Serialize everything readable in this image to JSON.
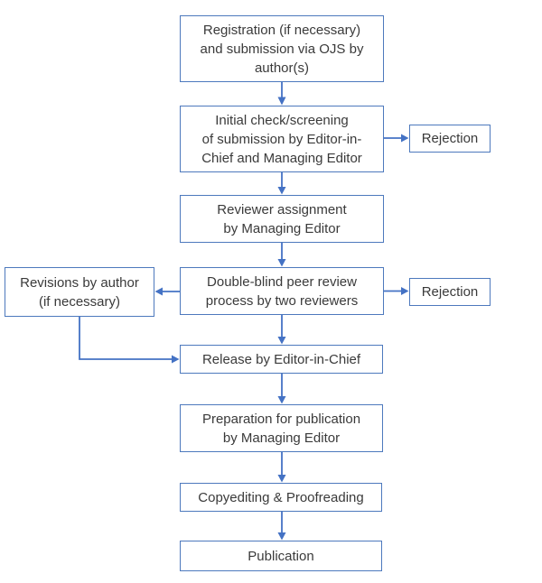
{
  "diagram": {
    "type": "flowchart",
    "colors": {
      "background": "#ffffff",
      "box_border": "#4d79bd",
      "arrow": "#4472c4",
      "text": "#3a3a3a"
    },
    "nodes": [
      {
        "id": "registration",
        "label": "Registration (if necessary)\nand submission via OJS by\nauthor(s)"
      },
      {
        "id": "initial-check",
        "label": "Initial check/screening\nof submission by Editor-in-\nChief and Managing Editor"
      },
      {
        "id": "rejection-1",
        "label": "Rejection"
      },
      {
        "id": "reviewer-assignment",
        "label": "Reviewer assignment\nby Managing Editor"
      },
      {
        "id": "peer-review",
        "label": "Double-blind peer review\nprocess by two reviewers"
      },
      {
        "id": "rejection-2",
        "label": "Rejection"
      },
      {
        "id": "revisions",
        "label": "Revisions by author\n(if necessary)"
      },
      {
        "id": "release",
        "label": "Release by Editor-in-Chief"
      },
      {
        "id": "preparation",
        "label": "Preparation for publication\nby Managing Editor"
      },
      {
        "id": "copyediting",
        "label": "Copyediting & Proofreading"
      },
      {
        "id": "publication",
        "label": "Publication"
      }
    ],
    "edges": [
      {
        "from": "registration",
        "to": "initial-check"
      },
      {
        "from": "initial-check",
        "to": "rejection-1"
      },
      {
        "from": "initial-check",
        "to": "reviewer-assignment"
      },
      {
        "from": "reviewer-assignment",
        "to": "peer-review"
      },
      {
        "from": "peer-review",
        "to": "rejection-2"
      },
      {
        "from": "peer-review",
        "to": "revisions"
      },
      {
        "from": "peer-review",
        "to": "release"
      },
      {
        "from": "revisions",
        "to": "release"
      },
      {
        "from": "release",
        "to": "preparation"
      },
      {
        "from": "preparation",
        "to": "copyediting"
      },
      {
        "from": "copyediting",
        "to": "publication"
      }
    ]
  }
}
